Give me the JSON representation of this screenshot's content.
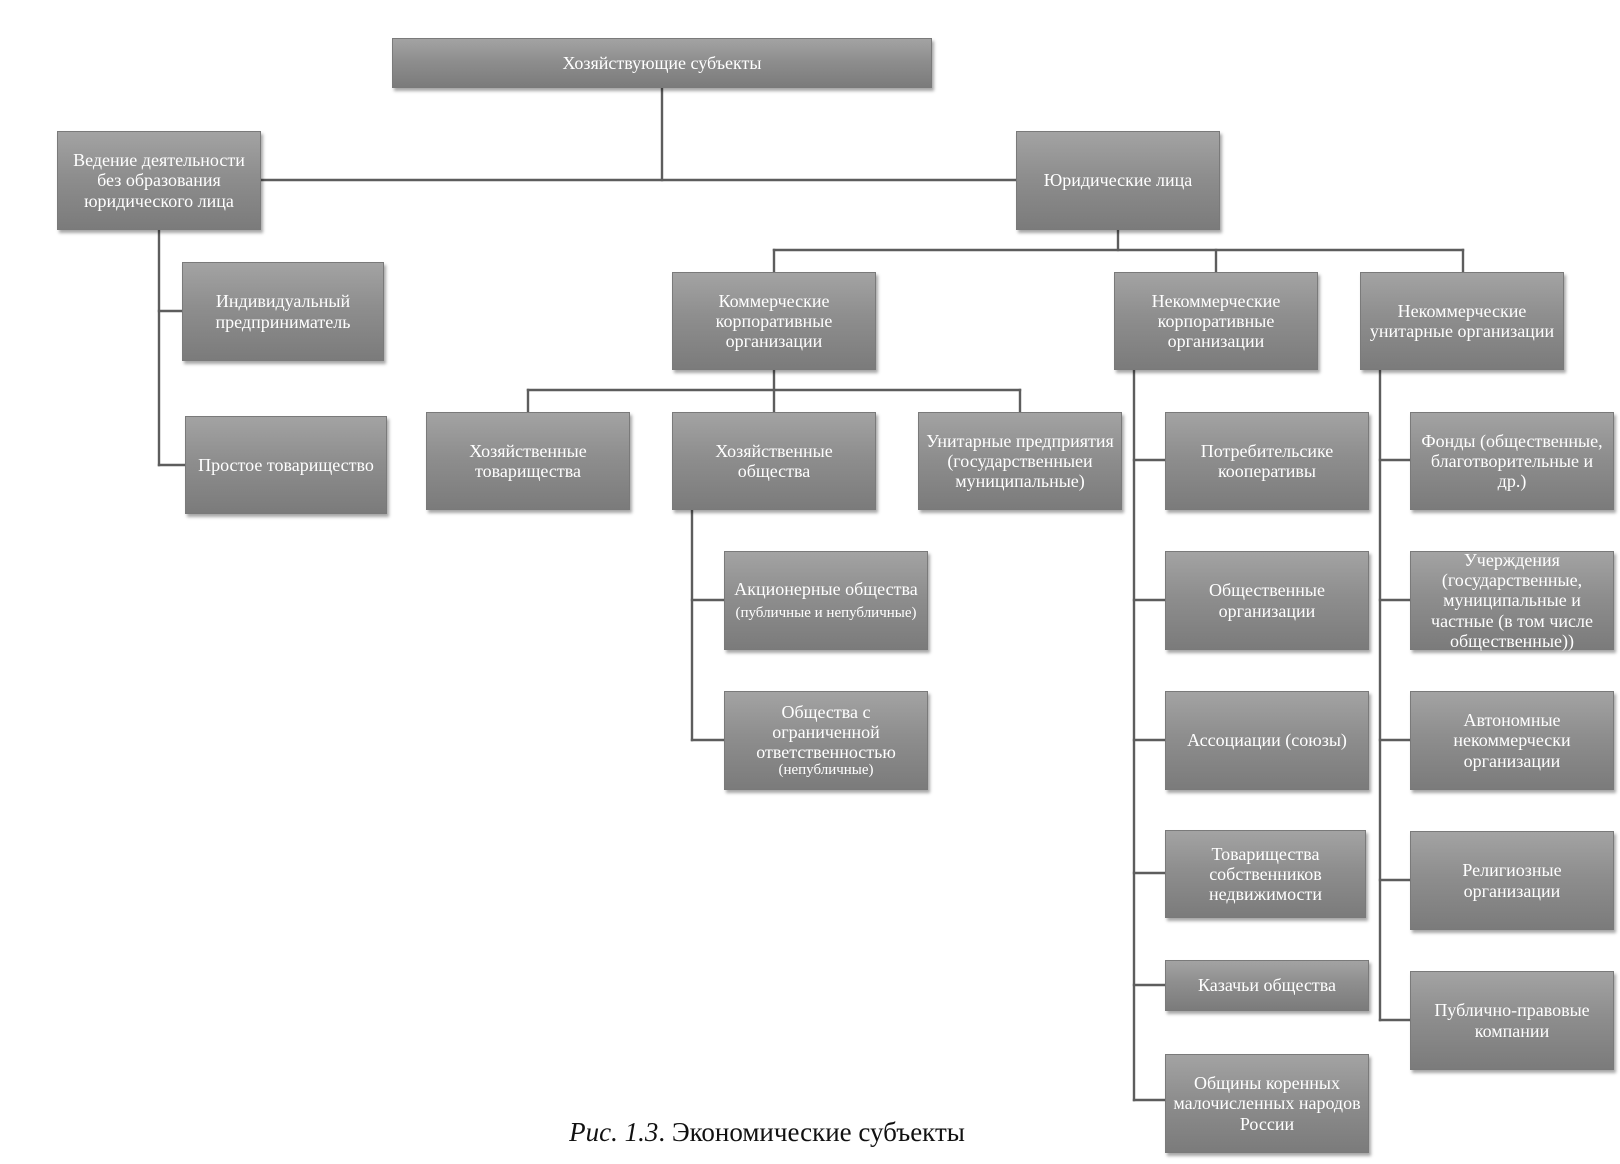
{
  "nodes": {
    "root": "Хозяйствующие субъекты",
    "no_legal": "Ведение деятельности без образования юридического лица",
    "legal": "Юридические лица",
    "individual": "Индивидуальный предприниматель",
    "simple_partnership": "Простое товарищество",
    "commercial": "Коммерческие корпоративные организации",
    "noncommercial_corp": "Некоммерческие корпоративные организации",
    "noncommercial_unit": "Некоммерческие унитарные организации",
    "business_partnerships": "Хозяйственные товарищества",
    "business_companies": "Хозяйственные общества",
    "unitary": "Унитарные предприятия (государственныеи муниципальные)",
    "joint_stock": "Акционерные общества",
    "joint_stock_note": "(публичные и непубличные)",
    "llc": "Общества с ограниченной ответственностью",
    "llc_note": "(непубличные)",
    "consumer_coops": "Потребительсике кооперативы",
    "public_orgs": "Общественные организации",
    "associations": "Ассоциации (союзы)",
    "property_owners": "Товарищества собственников недвижимости",
    "cossack": "Казачьи общества",
    "indigenous": "Общины коренных малочисленных народов России",
    "funds": "Фонды (общественные, благотворительные и др.)",
    "institutions": "Учерждения (государственные, муниципальные и частные (в том числе общественные))",
    "autonomous": "Автономные некоммерчески организации",
    "religious": "Религиозные организации",
    "public_law": "Публично-правовые компании"
  },
  "caption": {
    "label": "Рис. 1.3",
    "text": ". Экономические субъекты"
  }
}
